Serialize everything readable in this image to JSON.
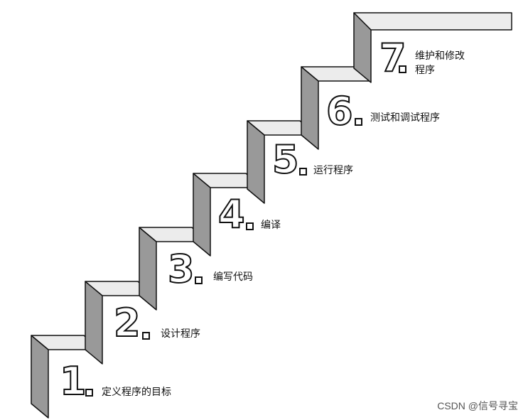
{
  "steps": [
    {
      "num": "1",
      "label": "定义程序的目标"
    },
    {
      "num": "2",
      "label": "设计程序"
    },
    {
      "num": "3",
      "label": "编写代码"
    },
    {
      "num": "4",
      "label": "编译"
    },
    {
      "num": "5",
      "label": "运行程序"
    },
    {
      "num": "6",
      "label": "测试和调试程序"
    },
    {
      "num": "7",
      "label_line1": "维护和修改",
      "label_line2": "程序"
    }
  ],
  "watermark": "CSDN @信号寻宝",
  "colors": {
    "riser": "#999999",
    "tread": "#ececec",
    "outline": "#111111"
  }
}
